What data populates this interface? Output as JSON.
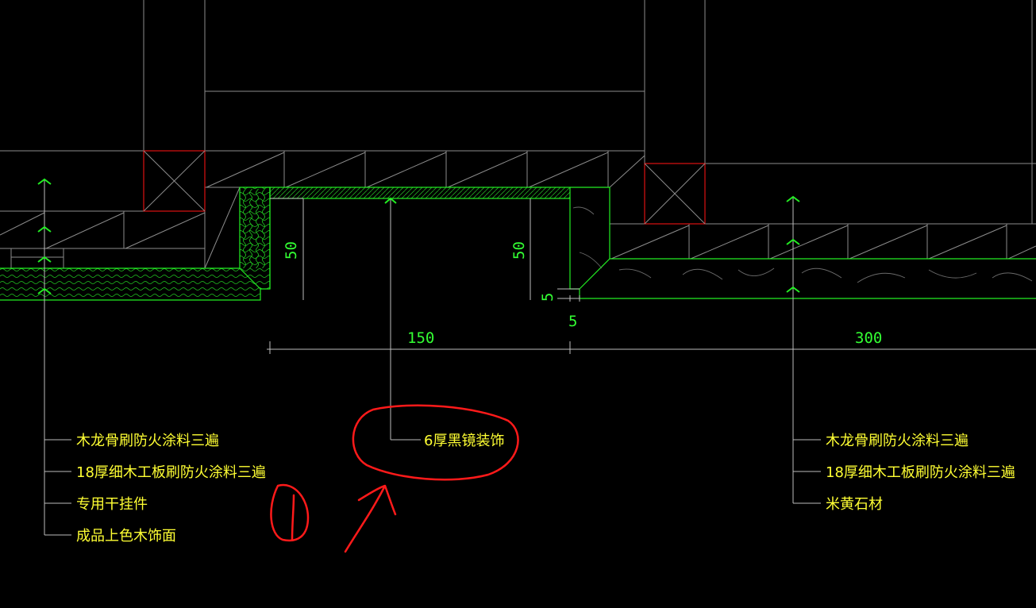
{
  "drawing": {
    "dimensions": {
      "d50_left": "50",
      "d50_right": "50",
      "d5_vertical": "5",
      "d5_horizontal": "5",
      "d150": "150",
      "d300": "300"
    },
    "notes_left": [
      "木龙骨刷防火涂料三遍",
      "18厚细木工板刷防火涂料三遍",
      "专用干挂件",
      "成品上色木饰面"
    ],
    "note_center": "6厚黑镜装饰",
    "notes_right": [
      "木龙骨刷防火涂料三遍",
      "18厚细木工板刷防火涂料三遍",
      "米黄石材"
    ],
    "colors": {
      "background": "#000000",
      "structure_lines": "#8c8c8c",
      "finish_lines": "#22ee22",
      "annotation_text": "#ffff33",
      "dimension_text": "#33ff33",
      "markup": "#ff1a1a"
    }
  }
}
